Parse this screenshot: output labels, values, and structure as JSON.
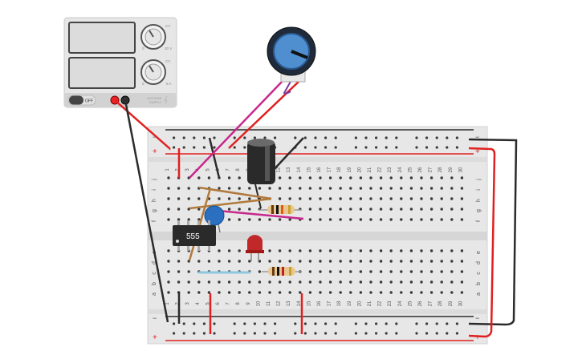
{
  "power_supply": {
    "voltage_label": "30 V",
    "current_label": "5 A",
    "cv_label": "CV",
    "cc_label": "CC",
    "min_label": "0",
    "switch_label": "OFF",
    "brand_line1": "VOLTAGE",
    "brand_line2": "SUPPLY"
  },
  "ic": {
    "label": "555"
  },
  "breadboard": {
    "plus_label": "+",
    "minus_label": "−",
    "row_letters_top": [
      "j",
      "i",
      "h",
      "g",
      "f"
    ],
    "row_letters_bottom": [
      "e",
      "d",
      "c",
      "b",
      "a"
    ],
    "columns": [
      "1",
      "2",
      "3",
      "4",
      "5",
      "6",
      "7",
      "8",
      "9",
      "10",
      "11",
      "12",
      "13",
      "14",
      "15",
      "16",
      "17",
      "18",
      "19",
      "20",
      "21",
      "22",
      "23",
      "24",
      "25",
      "26",
      "27",
      "28",
      "29",
      "30"
    ]
  },
  "colors": {
    "red_wire": "#e02020",
    "black_wire": "#2b2b2b",
    "magenta_wire": "#c8288c",
    "brown_wire": "#b07a3c",
    "led_red": "#c0282a",
    "cap_blue": "#2a6fc0",
    "pot_blue": "#4f8fd0"
  }
}
